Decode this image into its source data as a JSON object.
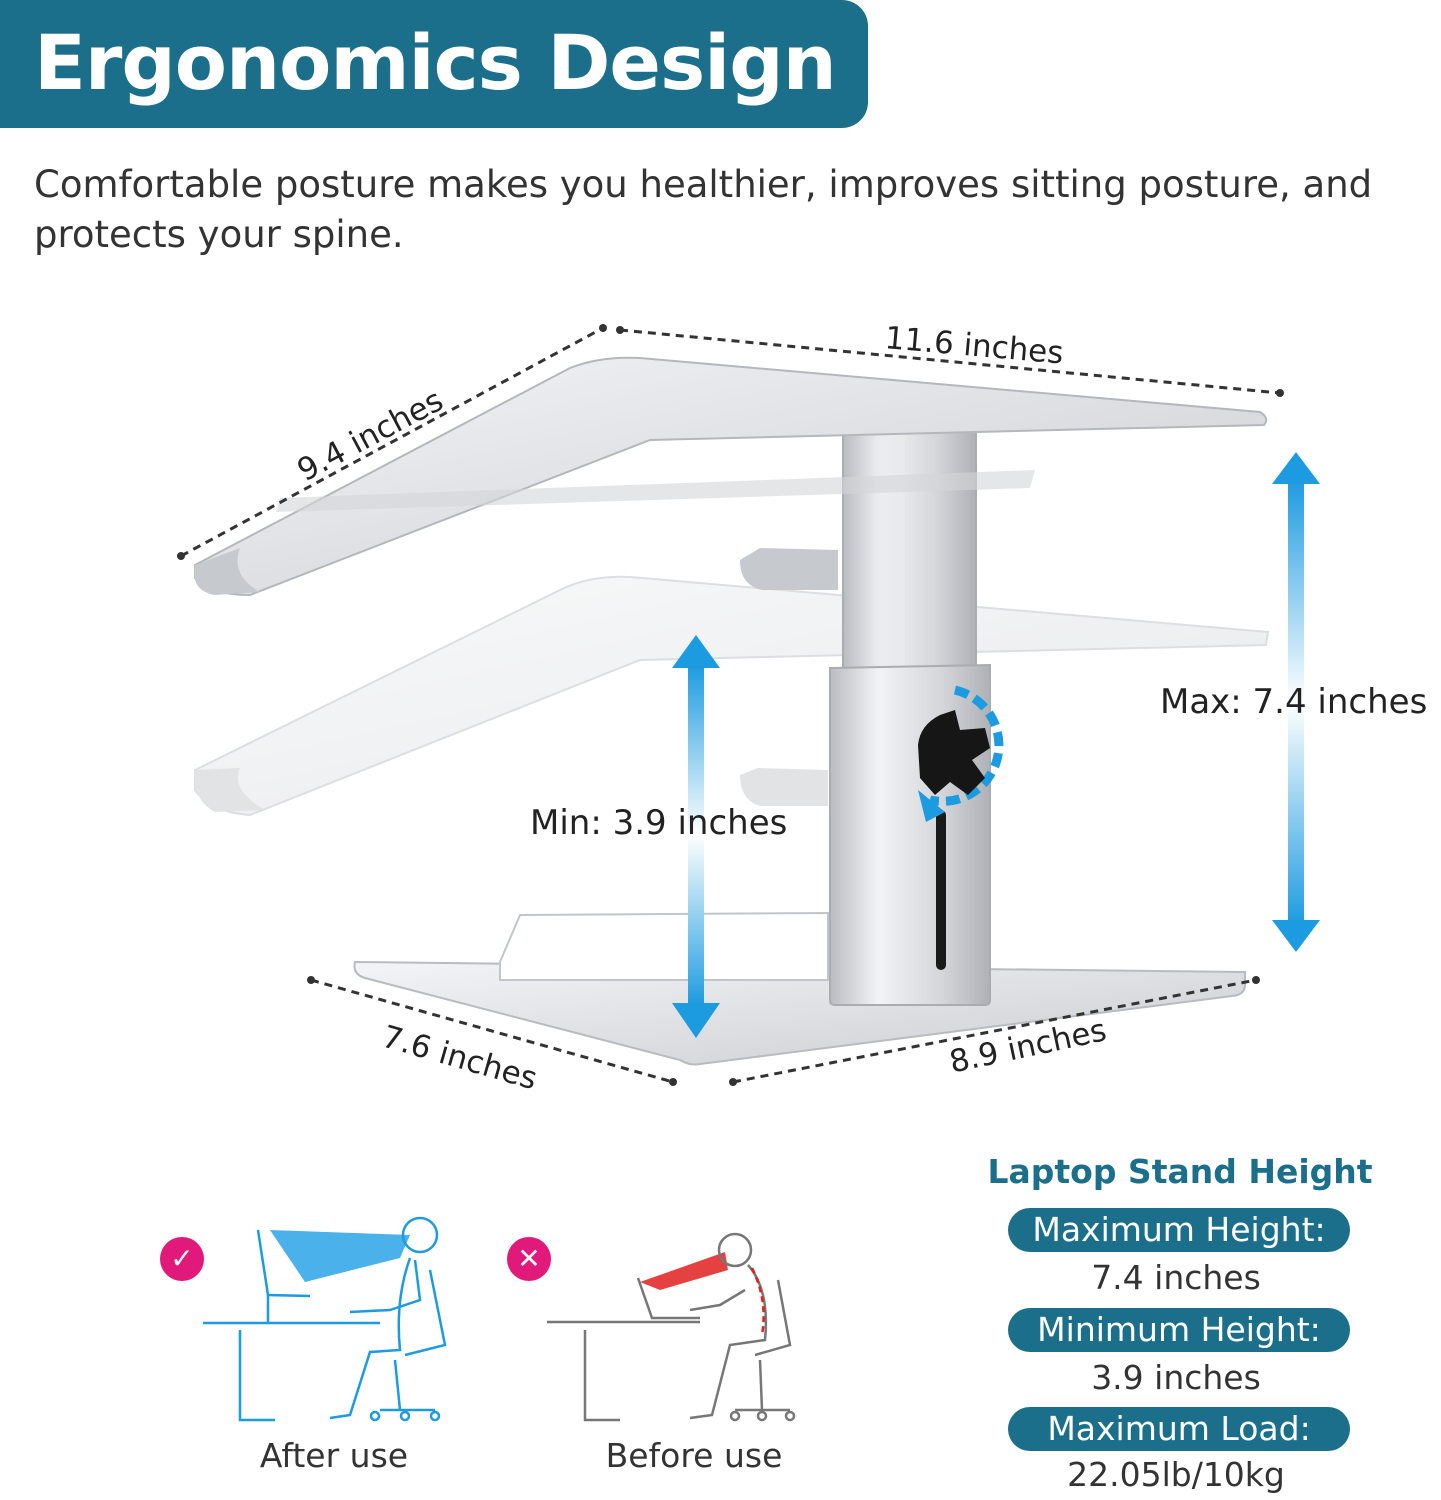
{
  "header": {
    "title": "Ergonomics Design",
    "subtitle": "Comfortable posture makes you healthier, improves sitting posture, and protects your spine."
  },
  "product": {
    "name_icon": "laptop-stand-illustration",
    "dimensions": {
      "top_depth": "9.4 inches",
      "top_width": "11.6 inches",
      "base_depth": "7.6 inches",
      "base_width": "8.9 inches"
    },
    "height_range": {
      "min_label": "Min: 3.9 inches",
      "max_label": "Max: 7.4 inches"
    },
    "knob_icon": "rotate-knob-icon"
  },
  "comparison": {
    "after": {
      "label": "After use",
      "badge_icon": "check-icon",
      "badge_glyph": "✓",
      "scene_icon": "good-posture-icon"
    },
    "before": {
      "label": "Before use",
      "badge_icon": "cross-icon",
      "badge_glyph": "✕",
      "scene_icon": "bad-posture-icon"
    }
  },
  "specs": {
    "title": "Laptop Stand Height",
    "items": [
      {
        "label": "Maximum Height:",
        "value": "7.4 inches"
      },
      {
        "label": "Minimum Height:",
        "value": "3.9 inches"
      },
      {
        "label": "Maximum Load:",
        "value": "22.05lb/10kg"
      }
    ]
  },
  "colors": {
    "brand": "#1c6f8a",
    "arrow": "#1d9be0",
    "badge": "#e0197a",
    "aluminum": "#cfd2d6"
  }
}
